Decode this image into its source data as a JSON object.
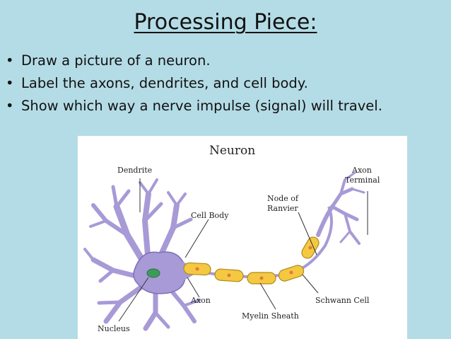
{
  "slide": {
    "title": "Processing Piece:",
    "bullets": [
      "Draw a picture of a neuron.",
      "Label the axons, dendrites, and cell body.",
      "Show which way a nerve impulse (signal) will travel."
    ]
  },
  "diagram": {
    "title": "Neuron",
    "labels": {
      "dendrite": "Dendrite",
      "cell_body": "Cell Body",
      "axon": "Axon",
      "nucleus": "Nucleus",
      "myelin_sheath": "Myelin Sheath",
      "schwann_cell": "Schwann Cell",
      "node_of_ranvier_1": "Node of",
      "node_of_ranvier_2": "Ranvier",
      "axon_terminal_1": "Axon",
      "axon_terminal_2": "Terminal"
    },
    "colors": {
      "background": "#b4dce6",
      "cell_body": "#a89ad6",
      "myelin": "#f5c842",
      "nucleus": "#3f9a5a",
      "node_dot": "#e07a3a"
    }
  }
}
